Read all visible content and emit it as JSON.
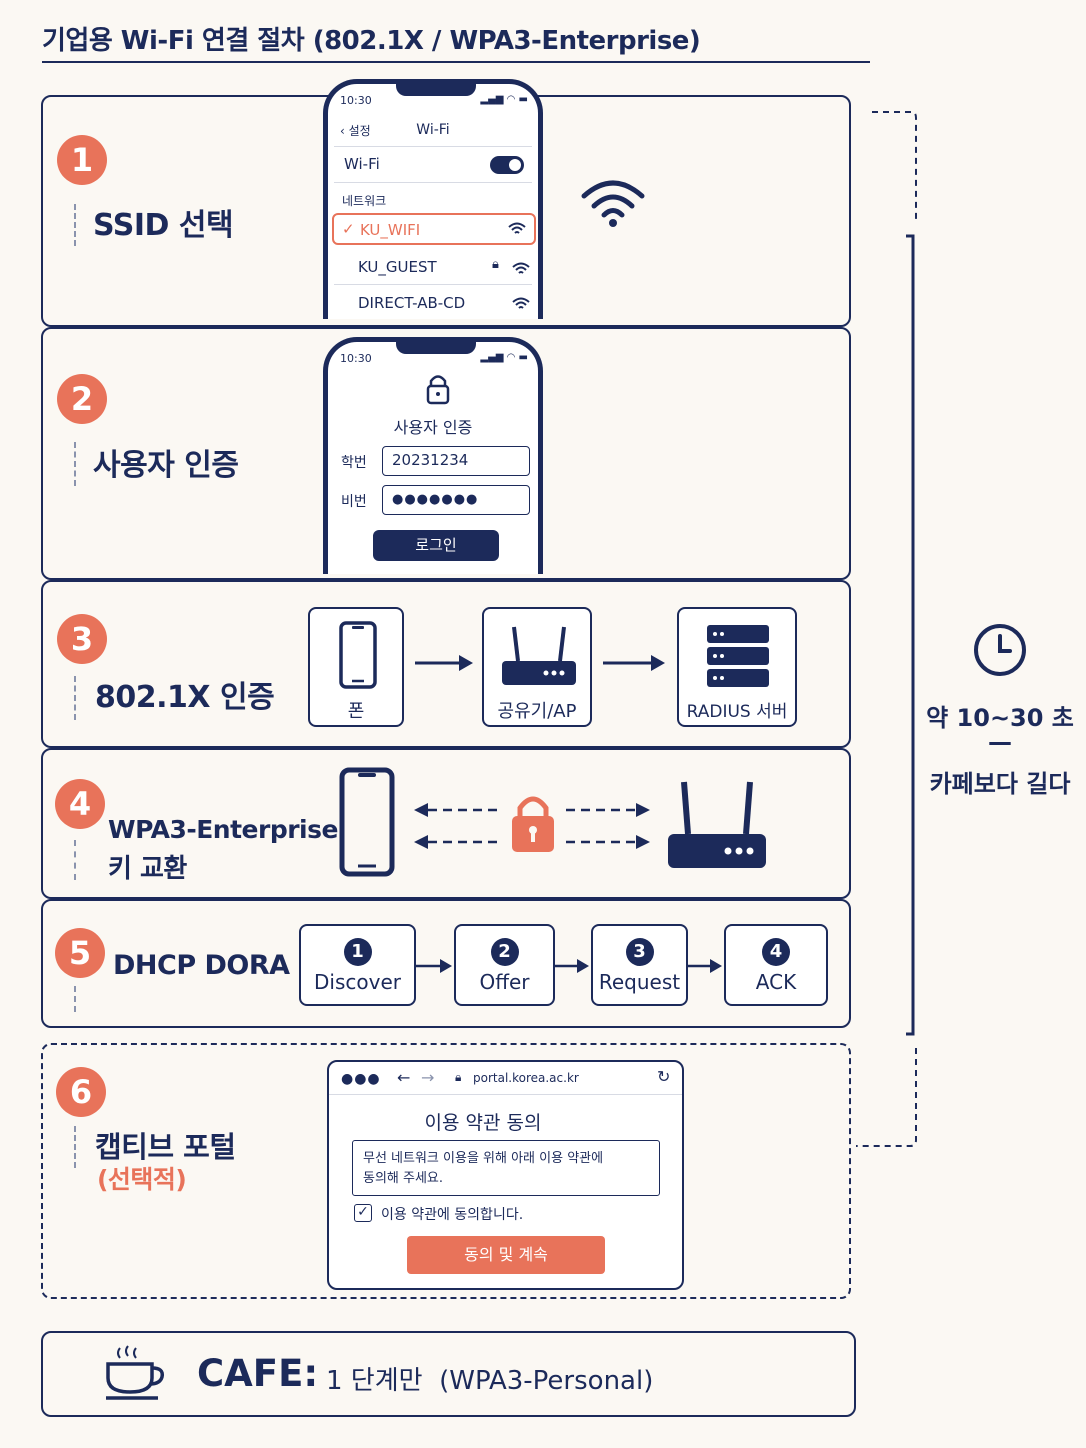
{
  "title": "기업용 Wi-Fi 연결 절차 (802.1X / WPA3-Enterprise)",
  "steps": {
    "s1": {
      "num": "1",
      "label": "SSID 선택"
    },
    "s2": {
      "num": "2",
      "label": "사용자 인증"
    },
    "s3": {
      "num": "3",
      "label": "802.1X 인증"
    },
    "s4": {
      "num": "4",
      "label_line1": "WPA3-Enterprise",
      "label_line2": "키 교환"
    },
    "s5": {
      "num": "5",
      "label": "DHCP DORA"
    },
    "s6": {
      "num": "6",
      "label": "캡티브 포털",
      "sublabel": "(선택적)"
    }
  },
  "phone1": {
    "time": "10:30",
    "back": "설정",
    "screen_title": "Wi-Fi",
    "wifi_label": "Wi-Fi",
    "section": "네트워크",
    "networks": [
      "KU_WIFI",
      "KU_GUEST",
      "DIRECT-AB-CD"
    ],
    "selected_mark": "✓"
  },
  "phone2": {
    "time": "10:30",
    "heading": "사용자 인증",
    "id_label": "학번",
    "id_value": "20231234",
    "pw_label": "비번",
    "pw_value": "●●●●●●●",
    "login": "로그인"
  },
  "auth_flow": {
    "phone": "폰",
    "ap": "공유기/AP",
    "radius": "RADIUS 서버"
  },
  "dora": [
    {
      "n": "1",
      "label": "Discover"
    },
    {
      "n": "2",
      "label": "Offer"
    },
    {
      "n": "3",
      "label": "Request"
    },
    {
      "n": "4",
      "label": "ACK"
    }
  ],
  "portal": {
    "url": "portal.korea.ac.kr",
    "heading": "이용 약관 동의",
    "text_line1": "무선 네트워크 이용을 위해 아래 이용 약관에",
    "text_line2": "동의해 주세요.",
    "checkbox": "이용 약관에 동의합니다.",
    "button": "동의 및 계속"
  },
  "timing": {
    "line1": "약 10~30 초",
    "dash": "—",
    "line2": "카페보다 길다"
  },
  "cafe": {
    "label": "CAFE:",
    "desc": "1 단계만  (WPA3-Personal)"
  },
  "colors": {
    "navy": "#1c2a5a",
    "accent": "#e8735a",
    "background": "#fbf8f3"
  }
}
